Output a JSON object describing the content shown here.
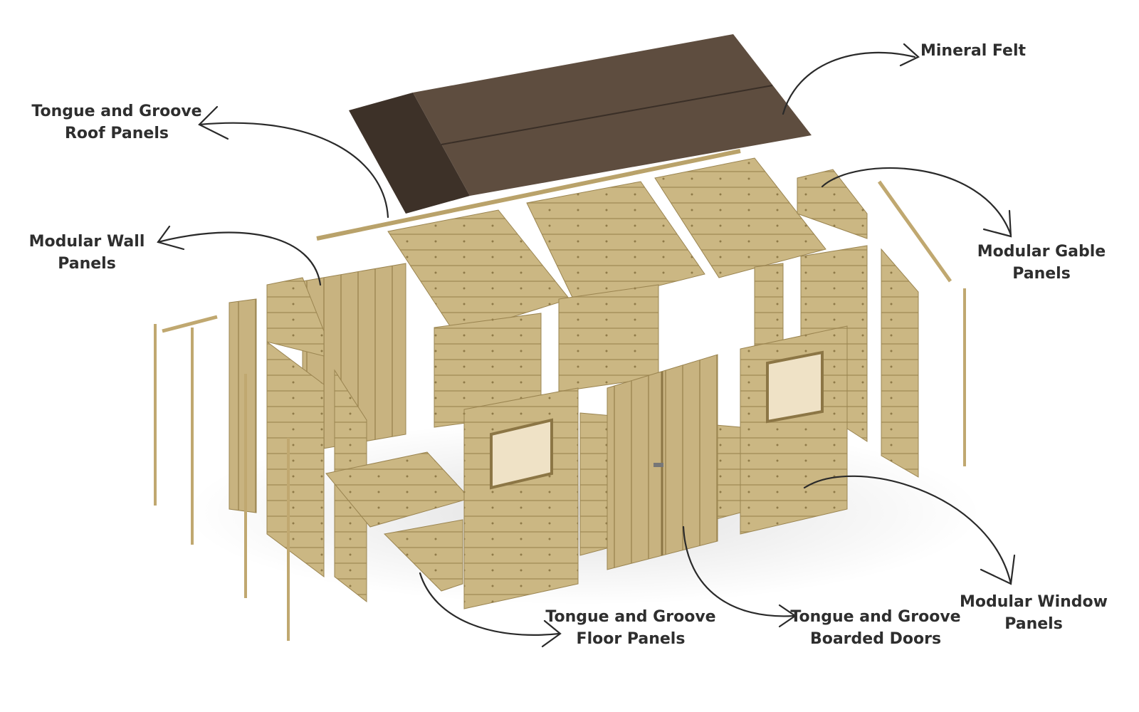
{
  "labels": {
    "mineral_felt": [
      "Mineral Felt"
    ],
    "roof_panels": [
      "Tongue and Groove",
      "Roof Panels"
    ],
    "wall_panels": [
      "Modular Wall",
      "Panels"
    ],
    "gable_panels": [
      "Modular Gable",
      "Panels"
    ],
    "window_panels": [
      "Modular Window",
      "Panels"
    ],
    "floor_panels": [
      "Tongue and Groove",
      "Floor Panels"
    ],
    "doors": [
      "Tongue and Groove",
      "Boarded Doors"
    ]
  },
  "colors": {
    "wood": "#cbb783",
    "wood_dark": "#a8925c",
    "felt": "#5e4d3f",
    "text": "#2e2e2e",
    "arrow": "#2a2a2a"
  }
}
